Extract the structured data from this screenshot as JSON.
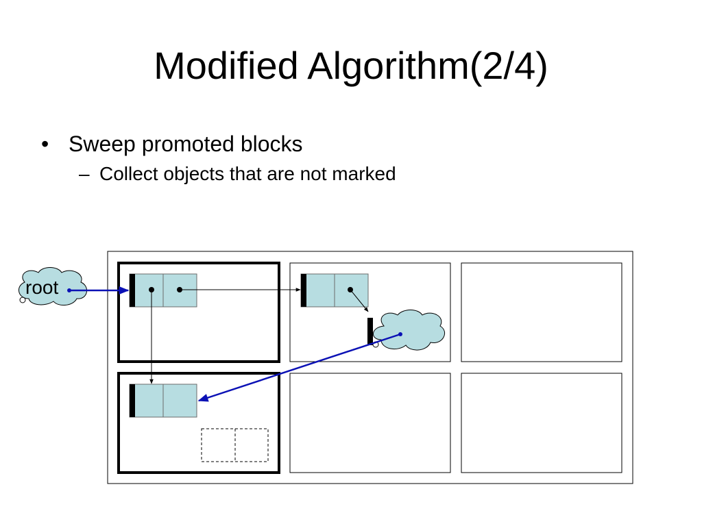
{
  "slide": {
    "title": "Modified Algorithm(2/4)",
    "bullets": [
      {
        "mark": "•",
        "text": "Sweep promoted blocks",
        "sub": [
          {
            "mark": "–",
            "text": "Collect objects that are not marked"
          }
        ]
      }
    ]
  },
  "diagram": {
    "root_label": "root",
    "colors": {
      "object_fill": "#b7dde1",
      "root_fill": "#b7dde1",
      "pointer_blue": "#0b11b5",
      "pointer_black": "#000000",
      "block_border": "#000000"
    },
    "blocks": [
      {
        "id": "block-1",
        "promoted": true
      },
      {
        "id": "block-2",
        "promoted": false
      },
      {
        "id": "block-3",
        "promoted": false
      },
      {
        "id": "block-4",
        "promoted": true
      },
      {
        "id": "block-5",
        "promoted": false
      },
      {
        "id": "block-6",
        "promoted": false
      }
    ]
  }
}
